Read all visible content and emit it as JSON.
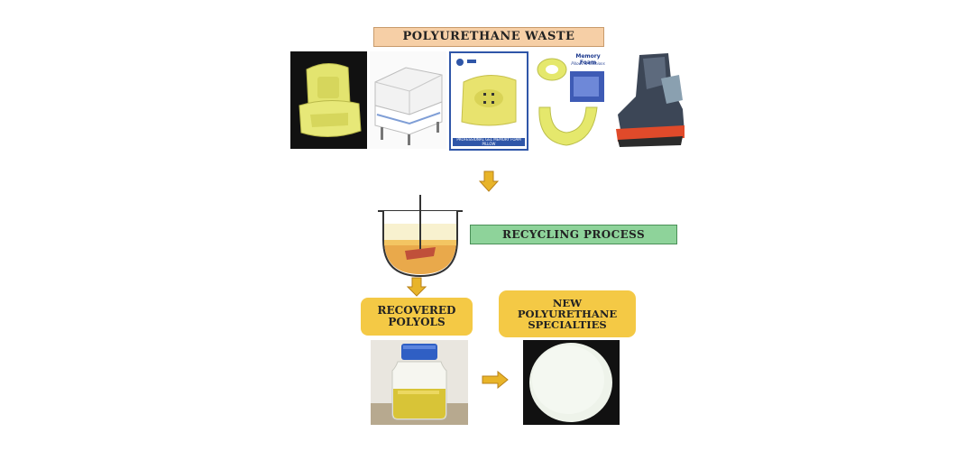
{
  "labels": {
    "waste": "POLYURETHANE WASTE",
    "process": "RECYCLING PROCESS",
    "polyols": "RECOVERED POLYOLS",
    "specialties_line1": "NEW",
    "specialties_line2": "POLYURETHANE",
    "specialties_line3": "SPECIALTIES"
  },
  "product_text": {
    "memory_foam_brand": "Memory Foam",
    "memory_foam_sub": "Pillows & Cushions",
    "cushion_caption": "PROFESSIONAL GEL MEMORY FOAM PILLOW"
  },
  "colors": {
    "waste_box": "#f6cfa6",
    "process_box": "#8ed39a",
    "product_box": "#f4c945",
    "arrow": "#e8b429",
    "foam": "#e6ea78"
  }
}
